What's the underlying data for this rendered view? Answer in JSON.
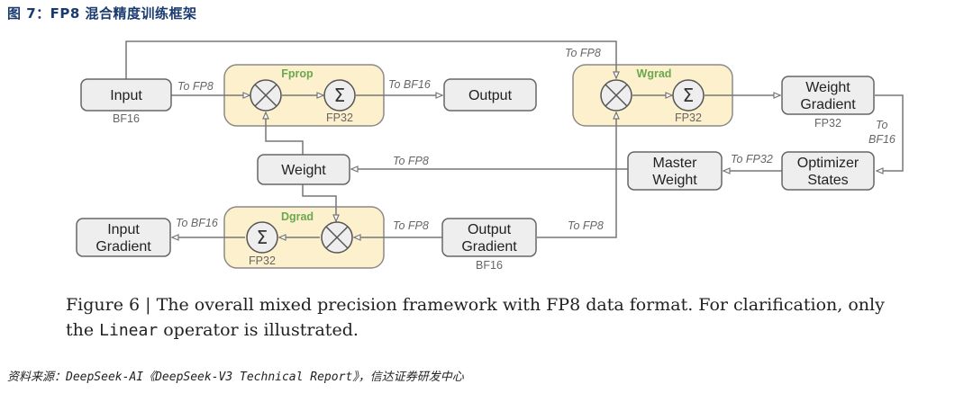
{
  "figure_title": "图 7：FP8 混合精度训练框架",
  "diagram": {
    "boxes": {
      "input": {
        "label": "Input",
        "sub": "BF16"
      },
      "output": {
        "label": "Output"
      },
      "weight": {
        "label": "Weight"
      },
      "weight_gradient": {
        "line1": "Weight",
        "line2": "Gradient",
        "sub": "FP32"
      },
      "master_weight": {
        "line1": "Master",
        "line2": "Weight"
      },
      "optimizer_states": {
        "line1": "Optimizer",
        "line2": "States"
      },
      "input_gradient": {
        "line1": "Input",
        "line2": "Gradient"
      },
      "output_gradient": {
        "line1": "Output",
        "line2": "Gradient",
        "sub": "BF16"
      }
    },
    "groups": {
      "fprop": {
        "label": "Fprop",
        "acc": "FP32"
      },
      "wgrad": {
        "label": "Wgrad",
        "acc": "FP32"
      },
      "dgrad": {
        "label": "Dgrad",
        "acc": "FP32"
      }
    },
    "operators": {
      "multiply_symbol": "×",
      "sum_symbol": "Σ"
    },
    "conversions": {
      "input_to_fprop": "To FP8",
      "fprop_to_output": "To BF16",
      "input_to_wgrad": "To FP8",
      "master_to_weight": "To FP8",
      "optimizer_to_master": "To FP32",
      "wgrad_to_optimizer_line1": "To",
      "wgrad_to_optimizer_line2": "BF16",
      "dgrad_to_input_grad": "To BF16",
      "outgrad_to_dgrad": "To FP8",
      "outgrad_to_wgrad": "To FP8"
    },
    "colors": {
      "group_fill": "#fdf0cc",
      "group_label": "#6aa84f",
      "box_fill": "#eeeeee"
    }
  },
  "caption": {
    "part1": "Figure 6 | The overall mixed precision framework with FP8 data format. For clarification, only",
    "part2_pre": "the ",
    "part2_code": "Linear",
    "part2_post": " operator is illustrated."
  },
  "source": "资料来源：DeepSeek-AI《DeepSeek-V3 Technical Report》，信达证券研发中心"
}
